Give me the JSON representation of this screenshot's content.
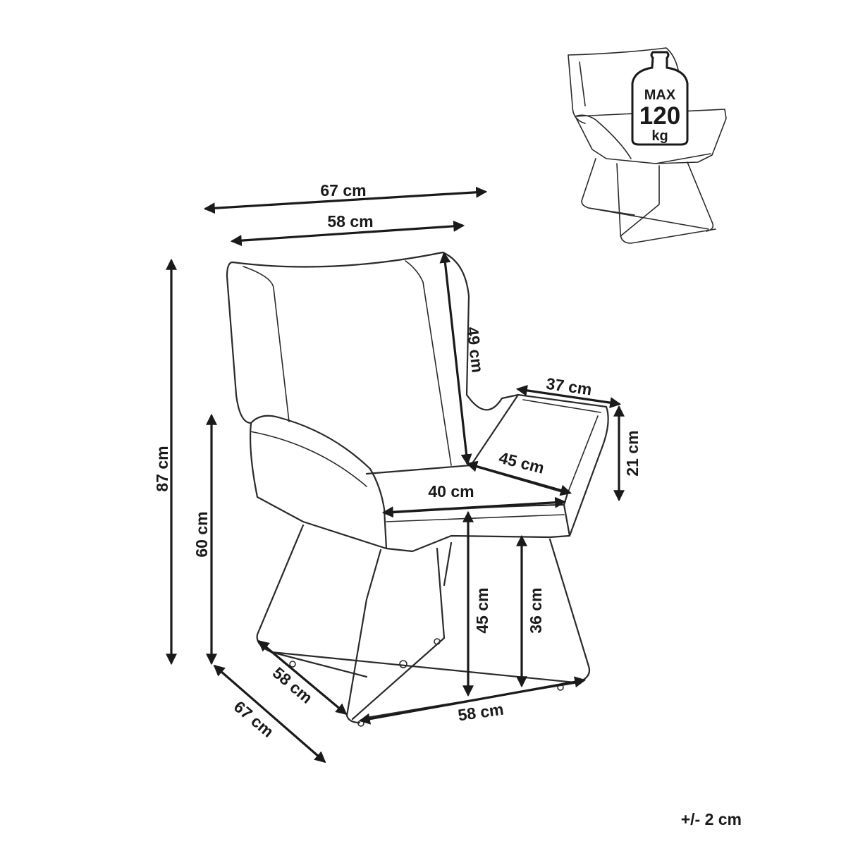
{
  "dimensions": {
    "total_width": "67 cm",
    "back_width": "58 cm",
    "total_height": "87 cm",
    "armrest_height": "60 cm",
    "backrest_height": "49 cm",
    "armrest_length": "37 cm",
    "armrest_above_seat": "21 cm",
    "seat_depth": "45 cm",
    "seat_width": "40 cm",
    "seat_height": "45 cm",
    "leg_clearance": "36 cm",
    "base_depth": "58 cm",
    "base_width": "58 cm",
    "total_depth": "67 cm"
  },
  "load_badge": {
    "line1": "MAX",
    "line2": "120",
    "line3": "kg"
  },
  "tolerance": "+/- 2 cm"
}
